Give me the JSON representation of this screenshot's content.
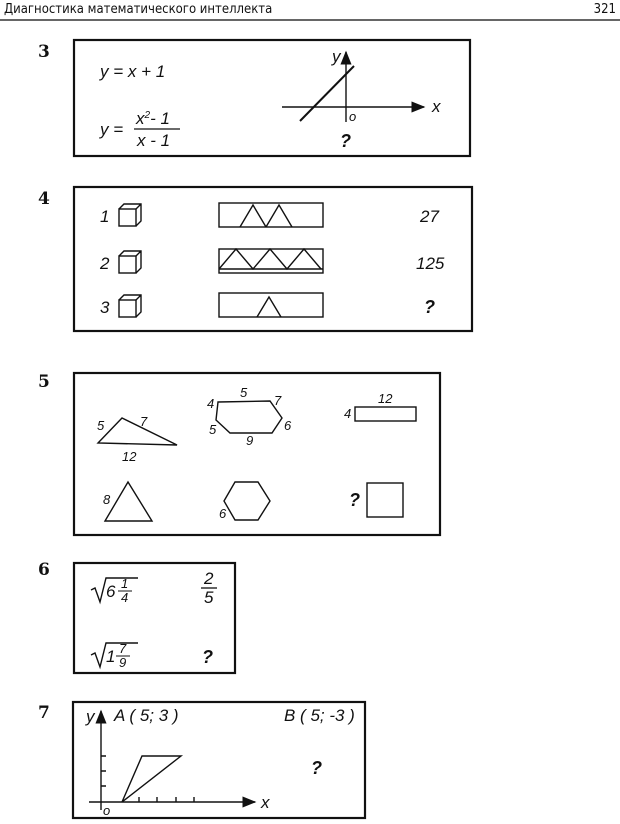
{
  "header": {
    "title": "Диагностика математического интеллекта",
    "page": "321"
  },
  "tasks": {
    "t3": {
      "num": "3",
      "eq1": "y = x + 1",
      "eq2_lhs": "y =",
      "eq2_num": "x",
      "eq2_sup": "2",
      "eq2_num_rest": "- 1",
      "eq2_den": "x - 1",
      "axis_y": "y",
      "axis_x": "x",
      "origin": "o",
      "question": "?"
    },
    "t4": {
      "num": "4",
      "rows": [
        {
          "index": "1",
          "triangles": 2,
          "value": "27"
        },
        {
          "index": "2",
          "triangles": 3,
          "value": "125"
        },
        {
          "index": "3",
          "triangles": 1,
          "value": "?"
        }
      ]
    },
    "t5": {
      "num": "5",
      "tri": {
        "a": "5",
        "b": "7",
        "c": "12"
      },
      "poly": {
        "a": "4",
        "b": "5",
        "c": "7",
        "d": "6",
        "e": "9",
        "f": "5"
      },
      "rect": {
        "w": "12",
        "h": "4"
      },
      "eq_tri": "8",
      "hex": "6",
      "question": "?"
    },
    "t6": {
      "num": "6",
      "r1_whole": "6",
      "r1_num": "1",
      "r1_den": "4",
      "r1_ans_num": "2",
      "r1_ans_den": "5",
      "r2_whole": "1",
      "r2_num": "7",
      "r2_den": "9",
      "question": "?"
    },
    "t7": {
      "num": "7",
      "pointA": "A ( 5; 3 )",
      "pointB": "B ( 5; -3 )",
      "axis_y": "y",
      "axis_x": "x",
      "origin": "o",
      "question": "?"
    }
  }
}
